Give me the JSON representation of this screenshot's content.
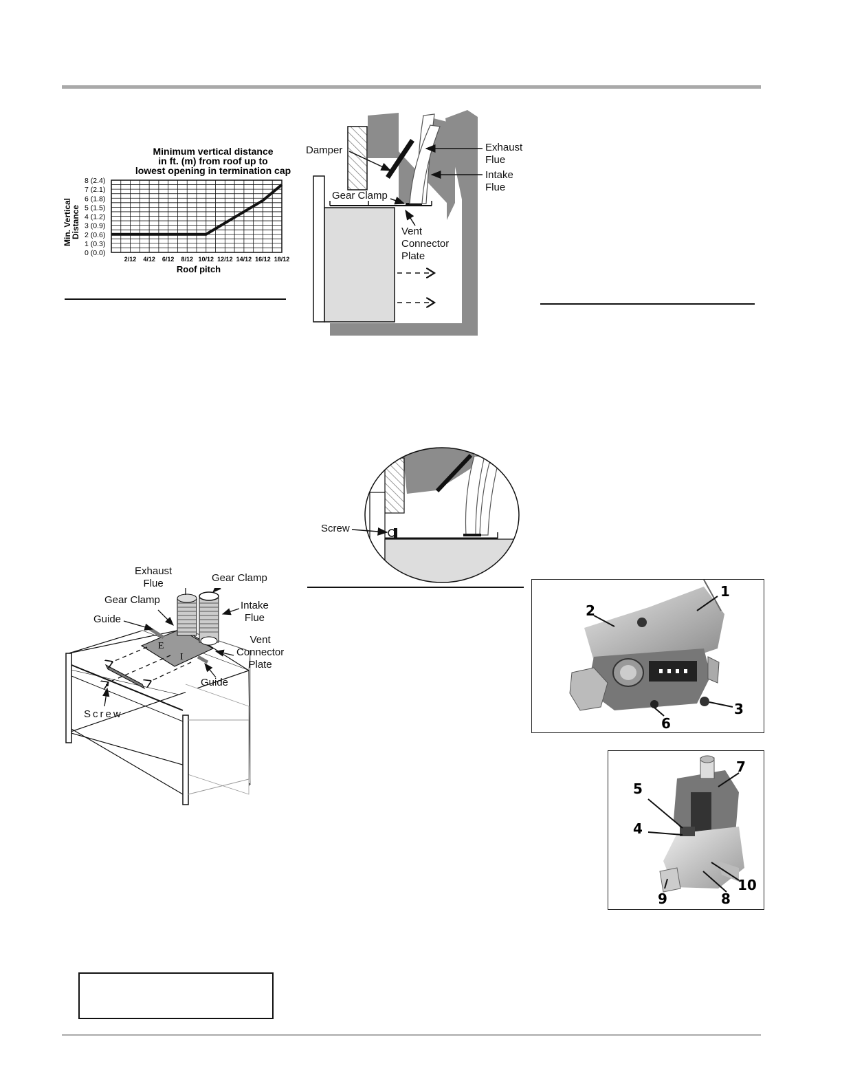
{
  "chart_data": {
    "type": "line",
    "title": "Minimum vertical distance\nin ft. (m) from roof up to\nlowest opening in termination cap",
    "title_lines": [
      "Minimum vertical distance",
      "in ft. (m) from roof up to",
      "lowest opening in termination cap"
    ],
    "xlabel": "Roof pitch",
    "ylabel": "Min. Vertical Distance",
    "x_ticks": [
      "2/12",
      "4/12",
      "6/12",
      "8/12",
      "10/12",
      "12/12",
      "14/12",
      "16/12",
      "18/12"
    ],
    "y_ticks": [
      "0 (0.0)",
      "1 (0.3)",
      "2 (0.6)",
      "3 (0.9)",
      "4 (1.2)",
      "5 (1.5)",
      "6 (1.8)",
      "7 (2.1)",
      "8 (2.4)"
    ],
    "ylim": [
      0,
      8
    ],
    "x": [
      "0/12",
      "2/12",
      "4/12",
      "6/12",
      "8/12",
      "10/12",
      "12/12",
      "14/12",
      "16/12",
      "18/12"
    ],
    "series": [
      {
        "values": [
          2,
          2,
          2,
          2,
          2,
          2,
          3.25,
          4.5,
          5.75,
          7.5
        ]
      }
    ],
    "grid": true
  },
  "diagram_side": {
    "damper": "Damper",
    "exhaust_flue": "Exhaust\nFlue",
    "intake_flue": "Intake\nFlue",
    "gear_clamp": "Gear Clamp",
    "vent_connector_plate": "Vent\nConnector\nPlate"
  },
  "diagram_detail": {
    "screw": "Screw"
  },
  "diagram_iso": {
    "exhaust_flue": "Exhaust\nFlue",
    "gear_clamp_right": "Gear Clamp",
    "gear_clamp_left": "Gear Clamp",
    "intake_flue": "Intake\nFlue",
    "guide_top": "Guide",
    "vent_connector_plate": "Vent\nConnector\nPlate",
    "guide_bottom": "Guide",
    "screw": "Screw",
    "plate_e": "E",
    "plate_i": "I"
  },
  "photo_valve_top": {
    "callouts": [
      "1",
      "2",
      "3",
      "6"
    ]
  },
  "photo_valve_bottom": {
    "callouts": [
      "7",
      "5",
      "4",
      "10",
      "8",
      "9"
    ]
  }
}
